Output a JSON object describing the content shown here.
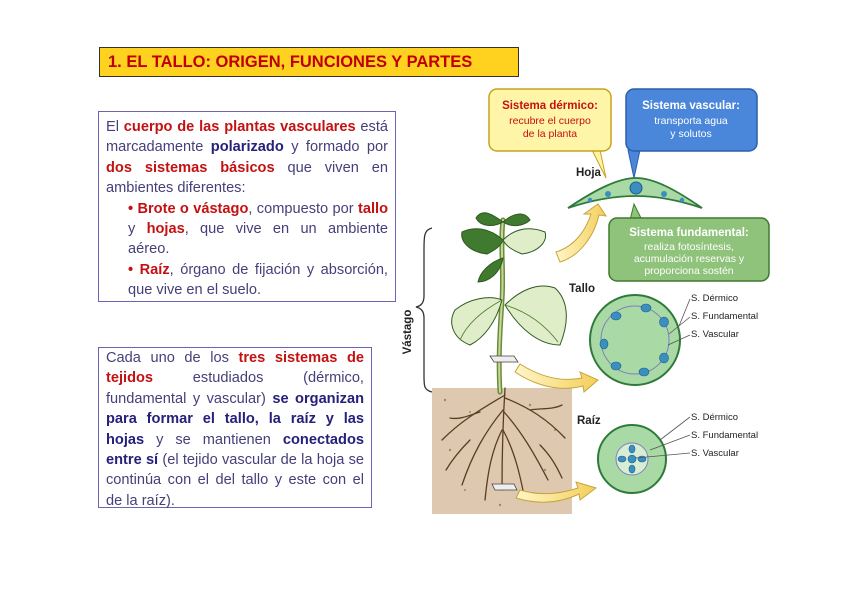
{
  "title": "1. EL TALLO: ORIGEN, FUNCIONES Y PARTES",
  "box1": {
    "intro": {
      "t1": "El ",
      "b1": "cuerpo de las plantas vasculares",
      "t2": " está marcadamente ",
      "b2": "polarizado",
      "t3": " y formado por ",
      "b3": "dos sistemas básicos",
      "t4": " que viven en ambientes diferentes:"
    },
    "bullet1": {
      "dot": "• ",
      "b1": "Brote o vástago",
      "t1": ", compuesto por ",
      "b2": "tallo",
      "t2": " y ",
      "b3": "hojas",
      "t3": ", que vive en un ambiente aéreo."
    },
    "bullet2": {
      "dot": "• ",
      "b1": "Raíz",
      "t1": ", órgano de fijación y absorción, que vive en el suelo."
    }
  },
  "box2": {
    "t1": "Cada uno de los ",
    "b1": "tres sistemas de tejidos",
    "t2": " estudiados (dérmico, fundamental y vascular) ",
    "b2": "se organizan para formar el tallo, la raíz y las hojas",
    "t3": " y se mantienen ",
    "b3": "conectados entre sí",
    "t4": " (el tejido vascular de la hoja se continúa con el del tallo y este con el de la raíz)."
  },
  "diagram": {
    "dermico": {
      "title": "Sistema dérmico:",
      "line1": "recubre el cuerpo",
      "line2": "de la planta"
    },
    "vascular": {
      "title": "Sistema vascular:",
      "line1": "transporta agua",
      "line2": "y solutos"
    },
    "fundamental": {
      "title": "Sistema fundamental:",
      "line1": "realiza fotosíntesis,",
      "line2": "acumulación reservas y",
      "line3": "proporciona sostén"
    },
    "labels": {
      "hoja": "Hoja",
      "tallo": "Tallo",
      "raiz": "Raíz",
      "vastago": "Vástago"
    },
    "stem_legend": [
      "S. Dérmico",
      "S. Fundamental",
      "S. Vascular"
    ],
    "root_legend": [
      "S. Dérmico",
      "S. Fundamental",
      "S. Vascular"
    ],
    "colors": {
      "title_bg": "#ffd21f",
      "title_text": "#c00000",
      "box_border": "#6b64b3",
      "dermico_bg": "#fff5a8",
      "dermico_border": "#c7a21c",
      "vascular_bg": "#4a86d9",
      "fundamental_bg": "#8fc27a",
      "tissue_fill": "#a9d9a4",
      "vascular_tissue": "#3a8fc0",
      "soil": "#c49a70"
    }
  }
}
